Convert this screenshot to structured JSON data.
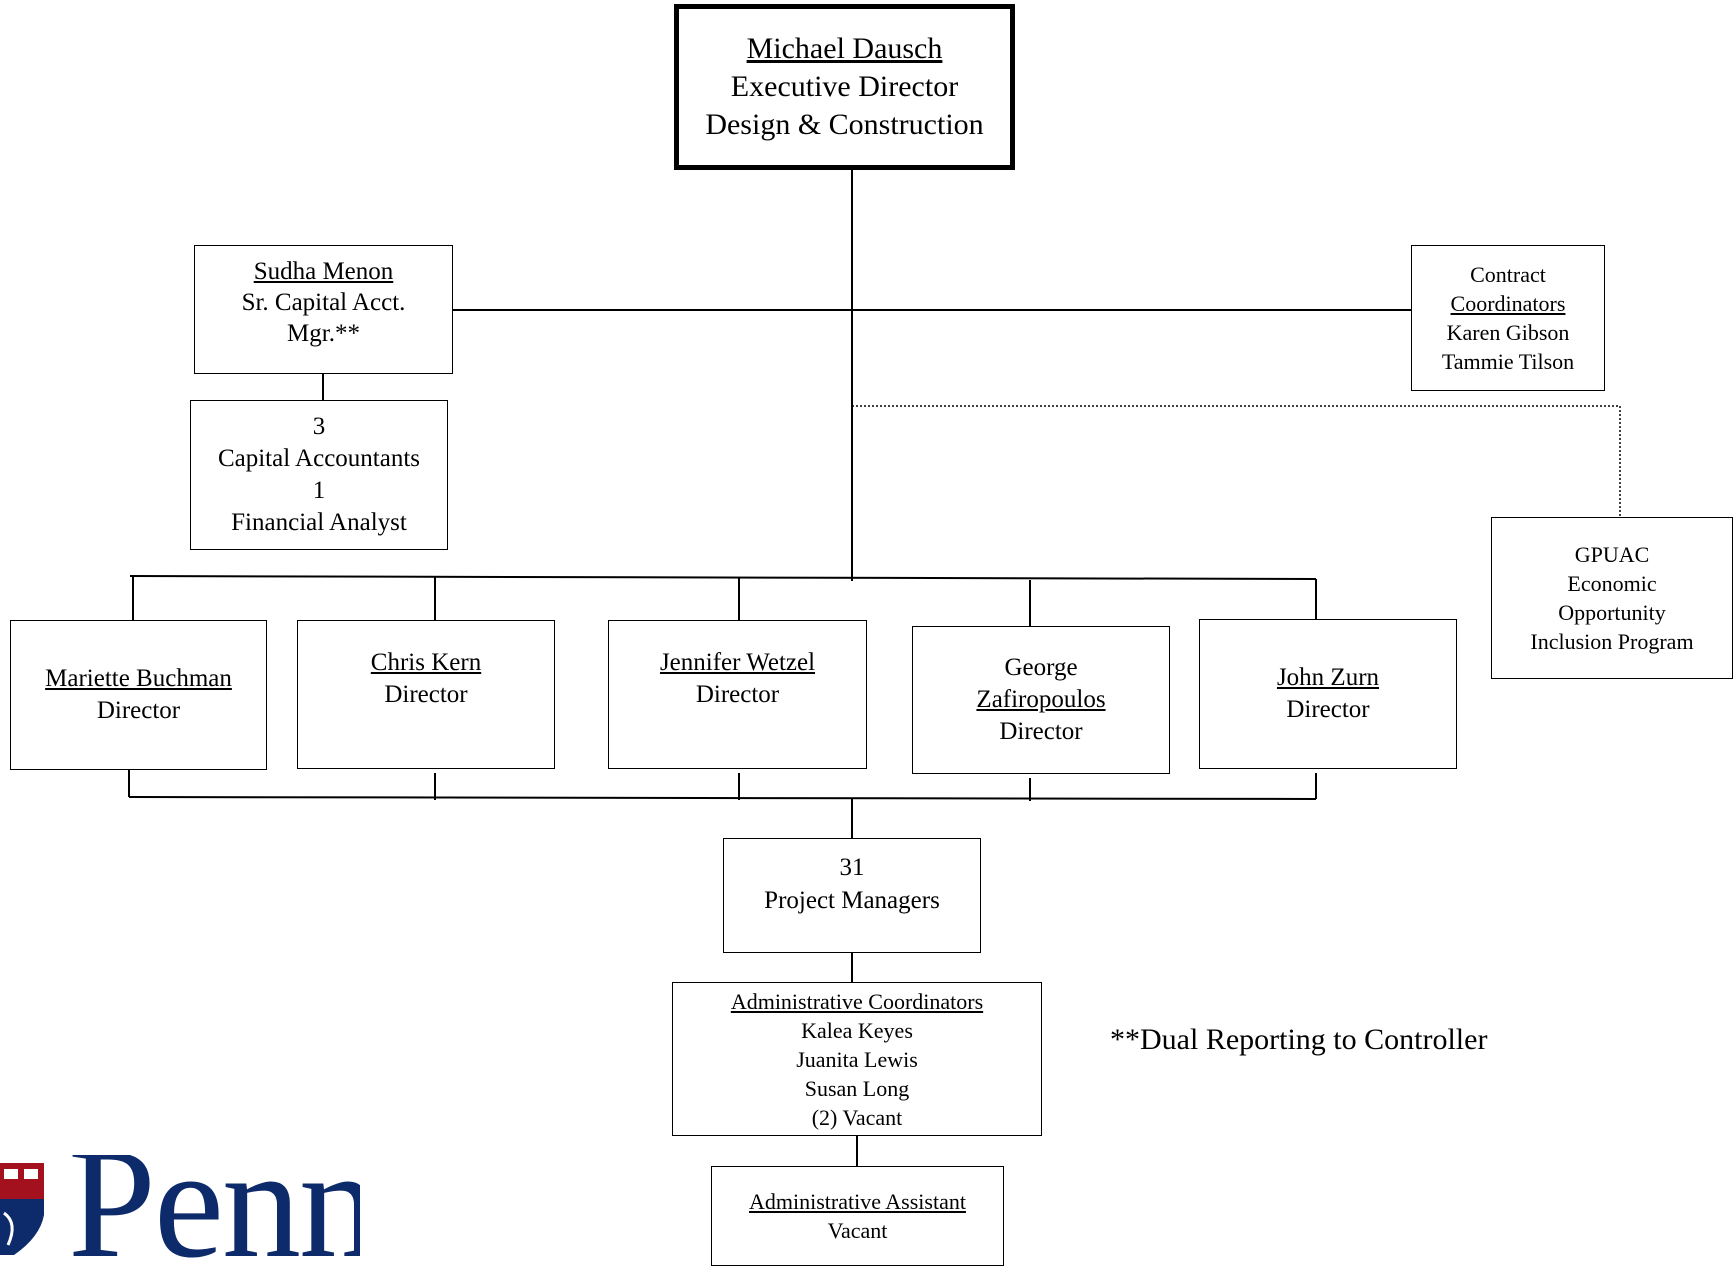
{
  "executive": {
    "name": "Michael Dausch",
    "title": "Executive Director",
    "dept": "Design & Construction"
  },
  "capital_mgr": {
    "name": "Sudha Menon",
    "title_line1": "Sr. Capital Acct.",
    "title_line2": "Mgr.**"
  },
  "capital_team": {
    "count1": "3",
    "role1": "Capital Accountants",
    "count2": "1",
    "role2": "Financial Analyst"
  },
  "contracts": {
    "line1": "Contract",
    "heading": "Coordinators",
    "members": [
      "Karen Gibson",
      "Tammie Tilson"
    ]
  },
  "gpuac": {
    "lines": [
      "GPUAC",
      "Economic",
      "Opportunity",
      "Inclusion Program"
    ]
  },
  "directors": [
    {
      "name": "Mariette Buchman",
      "title": "Director"
    },
    {
      "name": "Chris Kern",
      "title": "Director"
    },
    {
      "name": "Jennifer Wetzel",
      "title": "Director"
    },
    {
      "name_line1": "George",
      "name_line2": "Zafiropoulos",
      "title": "Director"
    },
    {
      "name": "John Zurn",
      "title": "Director"
    }
  ],
  "project_managers": {
    "count": "31",
    "role": "Project Managers"
  },
  "admin_coordinators": {
    "heading": "Administrative Coordinators",
    "members": [
      "Kalea Keyes",
      "Juanita Lewis",
      "Susan Long",
      "(2) Vacant"
    ]
  },
  "admin_assistant": {
    "heading": "Administrative Assistant",
    "status": "Vacant"
  },
  "footnote": "**Dual Reporting to Controller",
  "logo": {
    "text": "Penn",
    "brand_color": "#0d2a6b",
    "shield_color": "#a3111f"
  }
}
